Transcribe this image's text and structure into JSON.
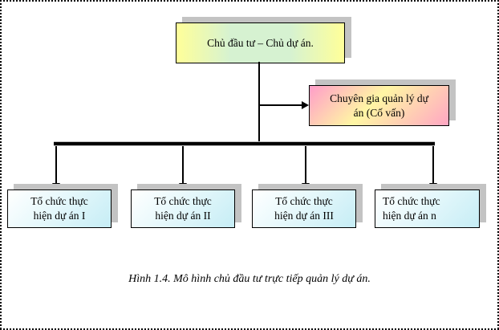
{
  "diagram": {
    "type": "org-chart",
    "nodes": {
      "owner": {
        "label": "Chủ đầu tư – Chủ dự án."
      },
      "advisor": {
        "lines": [
          "Chuyên gia quản lý dự",
          "án (Cố vấn)"
        ]
      },
      "unit1": {
        "lines": [
          "Tổ chức thực",
          "hiện dự án I"
        ]
      },
      "unit2": {
        "lines": [
          "Tổ chức thực",
          "hiện dự án II"
        ]
      },
      "unit3": {
        "lines": [
          "Tổ chức thực",
          "hiện dự án III"
        ]
      },
      "unit4": {
        "lines": [
          "Tổ chức thực",
          "hiện dự án n"
        ]
      }
    },
    "caption": "Hình 1.4. Mô hình chủ đầu tư trực tiếp quản lý dự án."
  },
  "colors": {
    "box_border": "#000000",
    "box_shadow": "#c3c3c3",
    "owner_yellow": "#ffff99",
    "owner_green": "#d6f2d1",
    "advisor_pink": "#ff9dc9",
    "advisor_yellow": "#fff6a4",
    "unit_white": "#ffffff",
    "unit_cyan": "#c6edf5",
    "connector_black": "#000000",
    "frame_dash_black": "#000000"
  }
}
